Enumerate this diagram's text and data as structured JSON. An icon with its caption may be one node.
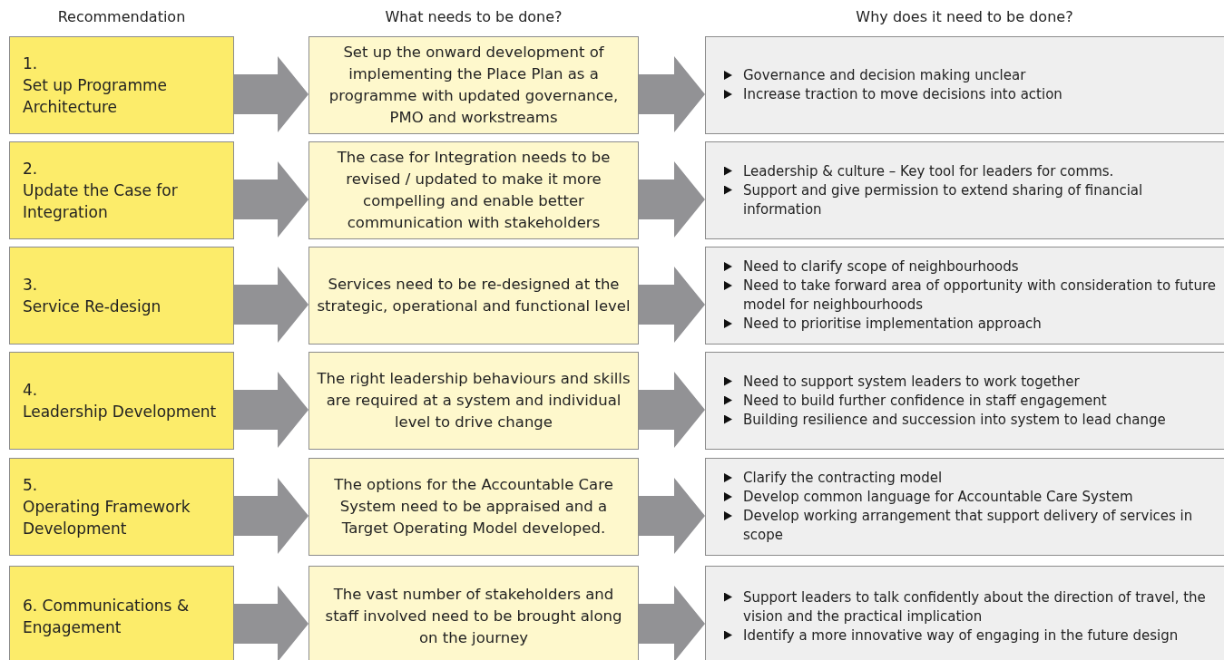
{
  "diagram": {
    "nodes": [
      {
        "text": [
          "1.",
          "Set up Programme Architecture"
        ]
      },
      {
        "text": [
          "Set up the onward development of implementing the Place Plan as a programme with updated governance, PMO and workstreams"
        ]
      },
      {
        "text": [
          "Governance and decision making unclear",
          "Increase traction to move decisions into action"
        ]
      },
      {
        "text": [
          "2.",
          "Update the Case for Integration"
        ]
      },
      {
        "text": [
          "The case for Integration needs to be revised / updated to make it more compelling and enable better communication with stakeholders"
        ]
      },
      {
        "text": [
          "Leadership & culture – Key tool for leaders for comms.",
          "Support and give permission to extend sharing of financial information"
        ]
      },
      {
        "text": [
          "3.",
          "Service Re-design"
        ]
      },
      {
        "text": [
          "Services need to be re-designed at the strategic, operational and functional level"
        ]
      },
      {
        "text": [
          "Need to clarify scope of neighbourhoods",
          "Need to take forward area of opportunity with consideration to future model for neighbourhoods",
          "Need to prioritise implementation approach"
        ]
      },
      {
        "text": [
          "4.",
          "Leadership Development"
        ]
      },
      {
        "text": [
          "The right leadership behaviours and skills are required at a system and individual level to drive change"
        ]
      },
      {
        "text": [
          "Need to support system leaders to work together",
          "Need to build further confidence in staff engagement",
          "Building resilience and succession into system to lead change"
        ]
      },
      {
        "text": [
          "5.",
          "Operating Framework Development"
        ]
      },
      {
        "text": [
          "The options for the Accountable Care System need to be appraised and a Target Operating Model developed."
        ]
      },
      {
        "text": [
          "Clarify the contracting model",
          "Develop common language for Accountable Care System",
          "Develop working arrangement that support delivery of services in scope"
        ]
      },
      {
        "text": [
          "6. Communications & Engagement"
        ]
      },
      {
        "text": [
          "The vast number of stakeholders and staff involved need to be brought along on the journey"
        ]
      },
      {
        "text": [
          "Support leaders to talk confidently about the direction of travel, the vision and the practical implication",
          "Identify a more innovative way of engaging in the future design"
        ]
      }
    ],
    "edges": [
      {
        "from": 0,
        "to": 1,
        "arrow": "to"
      },
      {
        "from": 1,
        "to": 2,
        "arrow": "to"
      },
      {
        "from": 3,
        "to": 4,
        "arrow": "to"
      },
      {
        "from": 4,
        "to": 5,
        "arrow": "to"
      },
      {
        "from": 6,
        "to": 7,
        "arrow": "to"
      },
      {
        "from": 7,
        "to": 8,
        "arrow": "to"
      },
      {
        "from": 9,
        "to": 10,
        "arrow": "to"
      },
      {
        "from": 10,
        "to": 11,
        "arrow": "to"
      },
      {
        "from": 12,
        "to": 13,
        "arrow": "to"
      },
      {
        "from": 13,
        "to": 14,
        "arrow": "to"
      },
      {
        "from": 15,
        "to": 16,
        "arrow": "to"
      },
      {
        "from": 16,
        "to": 17,
        "arrow": "to"
      }
    ],
    "labels": [
      "Recommendation",
      "What needs to be done?",
      "Why does it need to be done?"
    ]
  }
}
